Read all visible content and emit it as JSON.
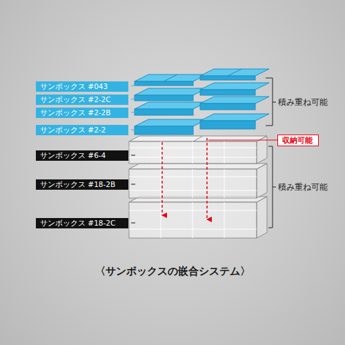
{
  "diagram": {
    "caption": "〈サンボックスの嵌合システム〉",
    "nodes": [
      {
        "text": [
          "サンボックス #043"
        ]
      },
      {
        "text": [
          "サンボックス #2-2C"
        ]
      },
      {
        "text": [
          "サンボックス #2-2B"
        ]
      },
      {
        "text": [
          "サンボックス #2-2"
        ]
      },
      {
        "text": [
          "サンボックス #6-4"
        ]
      },
      {
        "text": [
          "サンボックス #18-2B"
        ]
      },
      {
        "text": [
          "サンボックス #18-2C"
        ]
      },
      {
        "text": [
          "収納可能"
        ]
      }
    ],
    "labels": [
      "積み重ね可能",
      "積み重ね可能"
    ]
  }
}
